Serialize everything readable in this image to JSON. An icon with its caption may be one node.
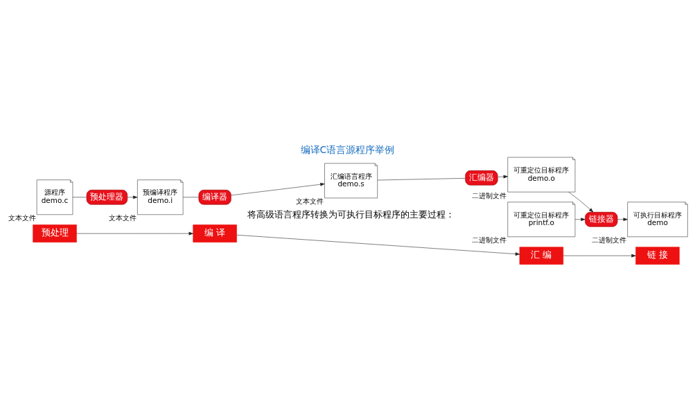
{
  "diagram": {
    "title": "编译C语言源程序举例",
    "nodes": [
      {
        "text": [
          "源程序",
          "demo.c"
        ],
        "beside": [
          "文本文件"
        ]
      },
      {
        "text": [
          "预处理器"
        ]
      },
      {
        "text": [
          "预编译程序",
          "demo.i"
        ],
        "beside": [
          "文本文件"
        ]
      },
      {
        "text": [
          "编译器"
        ]
      },
      {
        "text": [
          "汇编语言程序",
          "demo.s"
        ],
        "beside": [
          "文本文件"
        ]
      },
      {
        "text": [
          "汇编器"
        ]
      },
      {
        "text": [
          "可重定位目标程序",
          "demo.o"
        ],
        "beside": [
          "二进制文件"
        ]
      },
      {
        "text": [
          "链接器"
        ]
      },
      {
        "text": [
          "可执行目标程序",
          "demo"
        ],
        "beside": [
          "二进制文件"
        ]
      },
      {
        "text": [
          "可重定位目标程序",
          "printf.o"
        ],
        "beside": [
          "二进制文件"
        ]
      },
      {
        "text": [
          "预处理"
        ]
      },
      {
        "text": [
          "编 译"
        ]
      },
      {
        "text": [
          "汇 编"
        ]
      },
      {
        "text": [
          "链 接"
        ]
      }
    ],
    "edges": [
      {
        "from": 0,
        "to": 1,
        "arrow": "none"
      },
      {
        "from": 1,
        "to": 2,
        "arrow": "to"
      },
      {
        "from": 2,
        "to": 3,
        "arrow": "none"
      },
      {
        "from": 3,
        "to": 4,
        "arrow": "to"
      },
      {
        "from": 4,
        "to": 5,
        "arrow": "none"
      },
      {
        "from": 5,
        "to": 6,
        "arrow": "to"
      },
      {
        "from": 6,
        "to": 7,
        "arrow": "to"
      },
      {
        "from": 7,
        "to": 8,
        "arrow": "to"
      },
      {
        "from": 9,
        "to": 7,
        "arrow": "to"
      },
      {
        "from": 10,
        "to": 11,
        "arrow": "to"
      },
      {
        "from": 11,
        "to": 12,
        "arrow": "to"
      },
      {
        "from": 12,
        "to": 13,
        "arrow": "to"
      }
    ],
    "labels": [
      "将高级语言程序转换为可执行目标程序的主要过程："
    ]
  }
}
